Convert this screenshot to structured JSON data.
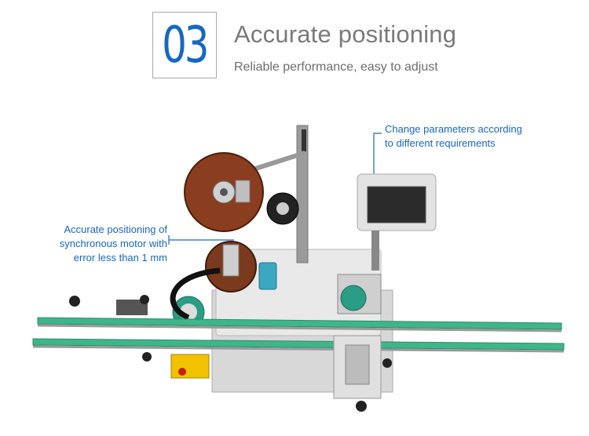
{
  "header": {
    "number": "03",
    "title": "Accurate positioning",
    "subtitle": "Reliable performance, easy to adjust"
  },
  "annotations": {
    "parameters": [
      "Change parameters according",
      "to different requirements"
    ],
    "motor": [
      "Accurate positioning of",
      "synchronous motor with",
      "error less than 1 mm"
    ]
  },
  "colors": {
    "accent": "#1767c4",
    "title_gray": "#7a7a7a",
    "conveyor_green": "#3fb58a"
  }
}
